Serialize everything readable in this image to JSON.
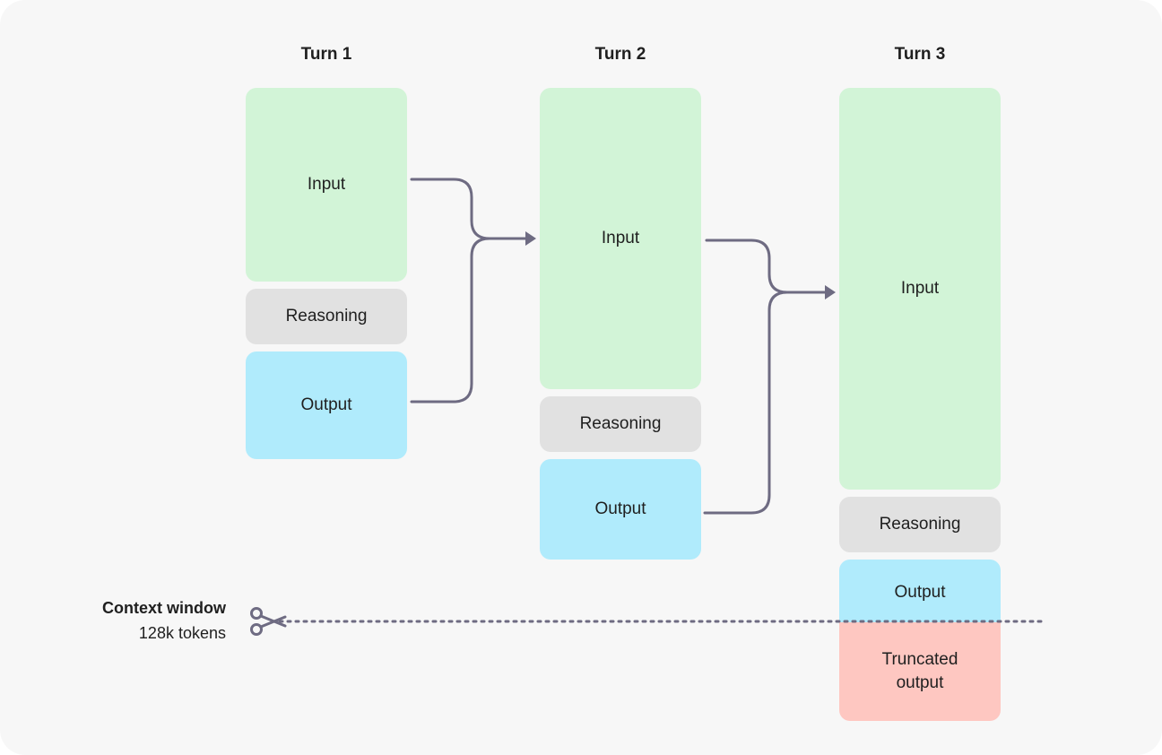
{
  "turns": [
    {
      "title": "Turn 1",
      "input": "Input",
      "reasoning": "Reasoning",
      "output": "Output"
    },
    {
      "title": "Turn 2",
      "input": "Input",
      "reasoning": "Reasoning",
      "output": "Output"
    },
    {
      "title": "Turn 3",
      "input": "Input",
      "reasoning": "Reasoning",
      "output": "Output",
      "truncated_line1": "Truncated",
      "truncated_line2": "output"
    }
  ],
  "context_window": {
    "title": "Context window",
    "size": "128k tokens"
  },
  "icons": {
    "truncation": "scissors-icon"
  },
  "colors": {
    "background": "#f7f7f7",
    "input": "#d2f4d7",
    "reasoning": "#e1e1e1",
    "output": "#b0ebfc",
    "truncated": "#fec7c1",
    "arrow": "#6e6b82"
  }
}
